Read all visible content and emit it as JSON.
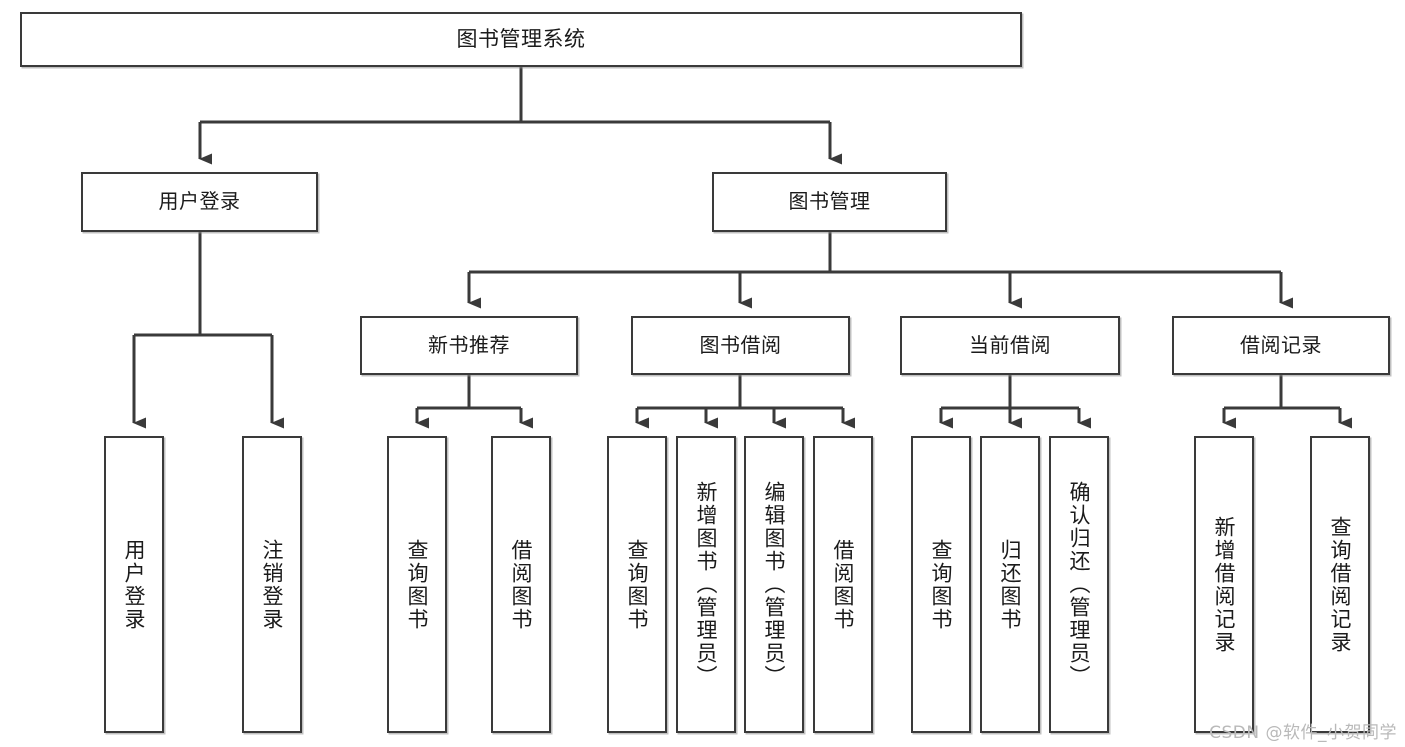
{
  "diagram": {
    "title": "图书管理系统",
    "type": "tree",
    "root": {
      "label": "图书管理系统"
    },
    "level1": [
      {
        "id": "user-login",
        "label": "用户登录"
      },
      {
        "id": "book-manage",
        "label": "图书管理"
      }
    ],
    "level2": [
      {
        "id": "new-book-recommend",
        "label": "新书推荐",
        "parent": "book-manage"
      },
      {
        "id": "book-borrow",
        "label": "图书借阅",
        "parent": "book-manage"
      },
      {
        "id": "current-borrow",
        "label": "当前借阅",
        "parent": "book-manage"
      },
      {
        "id": "borrow-record",
        "label": "借阅记录",
        "parent": "book-manage"
      }
    ],
    "leaves": {
      "user-login": [
        {
          "id": "leaf-user-login",
          "label": "用户登录"
        },
        {
          "id": "leaf-logout",
          "label": "注销登录"
        }
      ],
      "new-book-recommend": [
        {
          "id": "leaf-query-book-1",
          "label": "查询图书"
        },
        {
          "id": "leaf-borrow-book-1",
          "label": "借阅图书"
        }
      ],
      "book-borrow": [
        {
          "id": "leaf-query-book-2",
          "label": "查询图书"
        },
        {
          "id": "leaf-add-book",
          "label": "新增图书（管理员）"
        },
        {
          "id": "leaf-edit-book",
          "label": "编辑图书（管理员）"
        },
        {
          "id": "leaf-borrow-book-2",
          "label": "借阅图书"
        }
      ],
      "current-borrow": [
        {
          "id": "leaf-query-book-3",
          "label": "查询图书"
        },
        {
          "id": "leaf-return-book",
          "label": "归还图书"
        },
        {
          "id": "leaf-confirm-return",
          "label": "确认归还（管理员）"
        }
      ],
      "borrow-record": [
        {
          "id": "leaf-add-record",
          "label": "新增借阅记录"
        },
        {
          "id": "leaf-query-record",
          "label": "查询借阅记录"
        }
      ]
    }
  },
  "watermark": {
    "text": "CSDN @软件_小贺同学"
  },
  "colors": {
    "border": "#3a3a3a",
    "line": "#3a3a3a",
    "background": "#ffffff",
    "text": "#1b1b1b",
    "watermark": "#b9b9b9"
  }
}
